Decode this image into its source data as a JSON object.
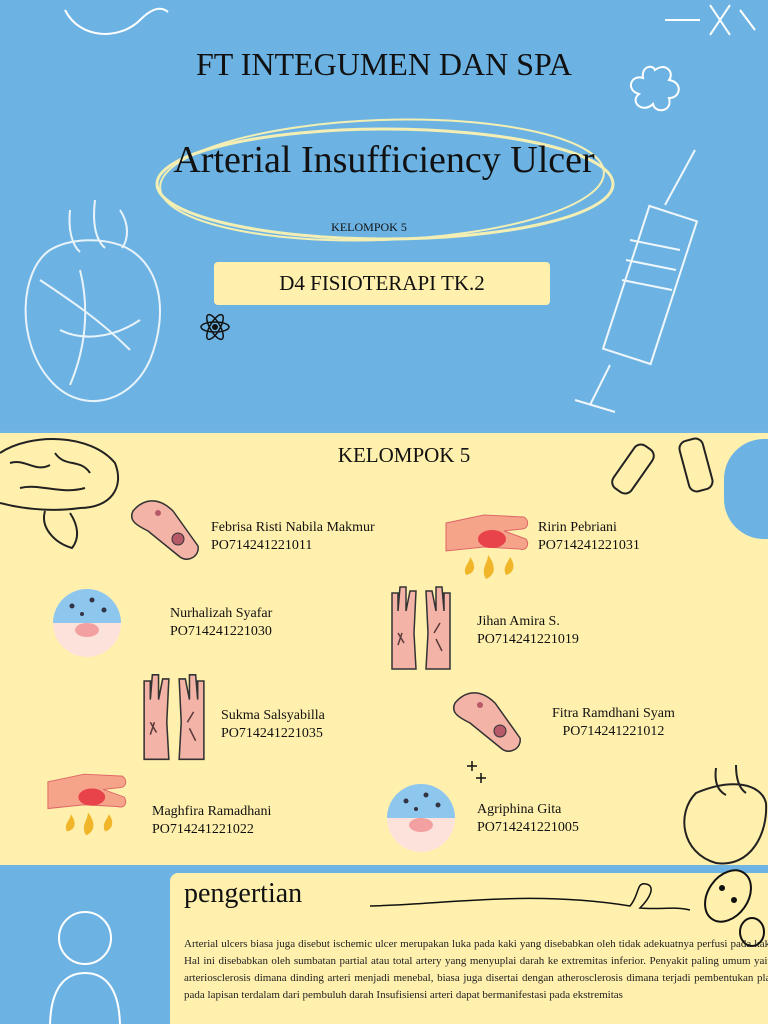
{
  "cover": {
    "title": "FT INTEGUMEN DAN SPA",
    "subtitle": "Arterial Insufficiency Ulcer",
    "group": "KELOMPOK 5",
    "badge": "D4 FISIOTERAPI TK.2"
  },
  "members_slide": {
    "heading": "KELOMPOK 5",
    "members": [
      {
        "name": "Febrisa Risti Nabila Makmur",
        "id": "PO714241221011",
        "icon": "hand-ulcer-icon"
      },
      {
        "name": "Ririn Pebriani",
        "id": "PO714241221031",
        "icon": "burned-hand-icon"
      },
      {
        "name": "Nurhalizah Syafar",
        "id": "PO714241221030",
        "icon": "skin-bacteria-icon"
      },
      {
        "name": "Jihan Amira S.",
        "id": "PO714241221019",
        "icon": "hands-scars-icon"
      },
      {
        "name": "Sukma Salsyabilla",
        "id": "PO714241221035",
        "icon": "hands-scars-icon"
      },
      {
        "name": "Fitra Ramdhani Syam",
        "id": "PO714241221012",
        "icon": "hand-ulcer-icon"
      },
      {
        "name": "Maghfira Ramadhani",
        "id": "PO714241221022",
        "icon": "burned-hand-icon"
      },
      {
        "name": "Agriphina Gita",
        "id": "PO714241221005",
        "icon": "skin-bacteria-icon"
      }
    ]
  },
  "definition_slide": {
    "heading": "pengertian",
    "paragraph": "Arterial ulcers biasa juga disebut ischemic ulcer merupakan luka pada kaki yang disebabkan oleh tidak adekuatnya perfusi pada kaki. Hal ini disebabkan oleh sumbatan partial atau total artery yang menyuplai darah ke extremitas inferior. Penyakit paling umum yaitu arteriosclerosis  dimana dinding arteri menjadi menebal, biasa juga disertai dengan atherosclerosis dimana terjadi  pembentukan plak pada lapisan terdalam dari pembuluh darah Insufisiensi arteri dapat bermanifestasi pada ekstremitas"
  },
  "colors": {
    "sky_blue": "#6cb3e3",
    "cream": "#fff0ad",
    "ink": "#111111",
    "skin": "#f3b3a6",
    "wound": "#e8434a",
    "flame": "#f1b52a"
  }
}
